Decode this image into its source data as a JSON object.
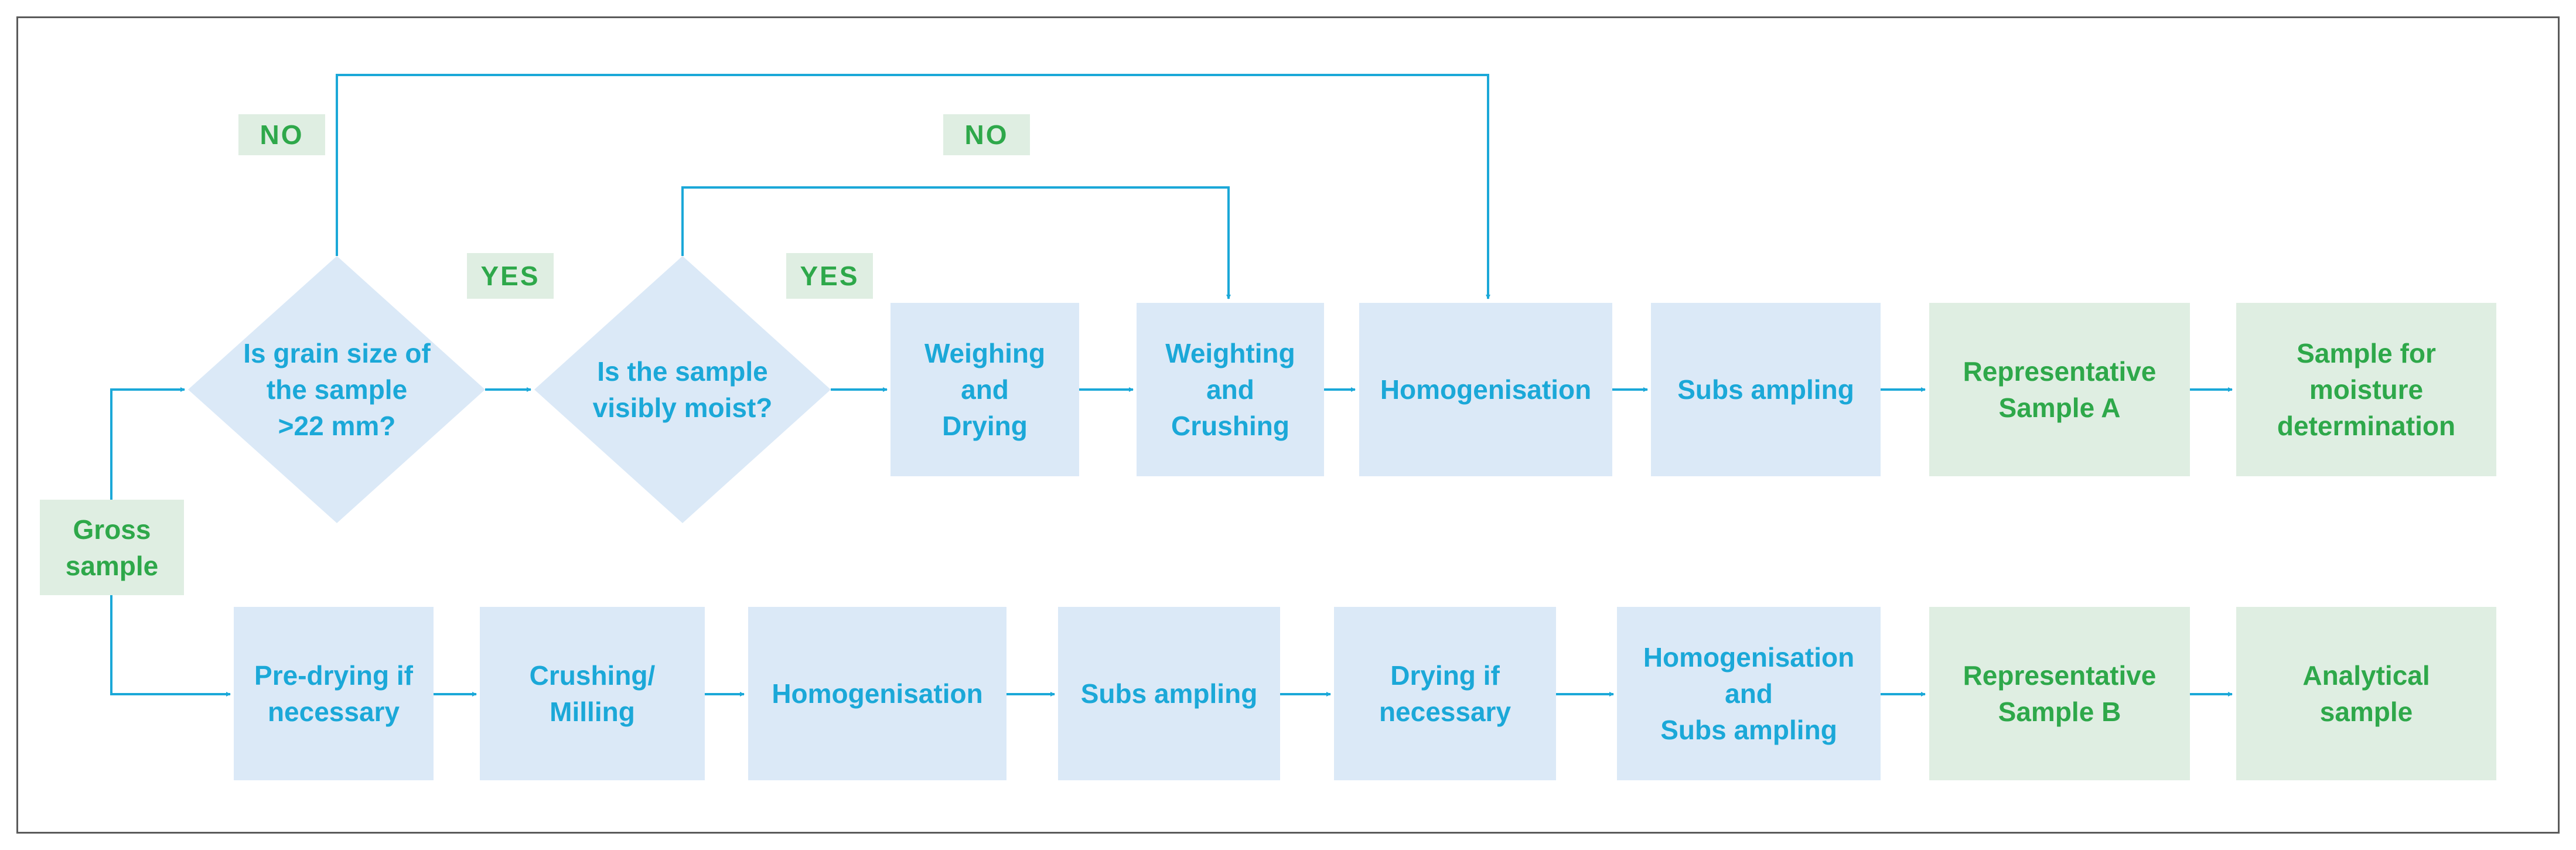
{
  "colors": {
    "box_fill": "#dbe9f7",
    "box_text": "#1ba8d8",
    "terminal_fill": "#dfeee2",
    "terminal_text": "#2ea84a",
    "connector": "#1ba8d8",
    "frame": "#5a5a5a"
  },
  "labels": {
    "no_outer": "NO",
    "no_inner": "NO",
    "yes_1": "YES",
    "yes_2": "YES"
  },
  "decisions": {
    "grain_size": "Is grain size of\nthe sample\n>22 mm?",
    "moisture": "Is the sample\nvisibly moist?"
  },
  "start": "Gross\nsample",
  "top_row": {
    "weighing_drying": "Weighing\nand\nDrying",
    "weighting_crushing": "Weighting\nand\nCrushing",
    "homogenisation": "Homogenisation",
    "subsampling": "Subs ampling",
    "representative_a": "Representative\nSample A",
    "moisture_sample": "Sample for\nmoisture\ndetermination"
  },
  "bottom_row": {
    "pre_drying": "Pre-drying if\nnecessary",
    "crushing_milling": "Crushing/\nMilling",
    "homogenisation": "Homogenisation",
    "subsampling": "Subs ampling",
    "drying": "Drying if\nnecessary",
    "homog_subsampling": "Homogenisation\nand\nSubs ampling",
    "representative_b": "Representative\nSample B",
    "analytical_sample": "Analytical\nsample"
  }
}
